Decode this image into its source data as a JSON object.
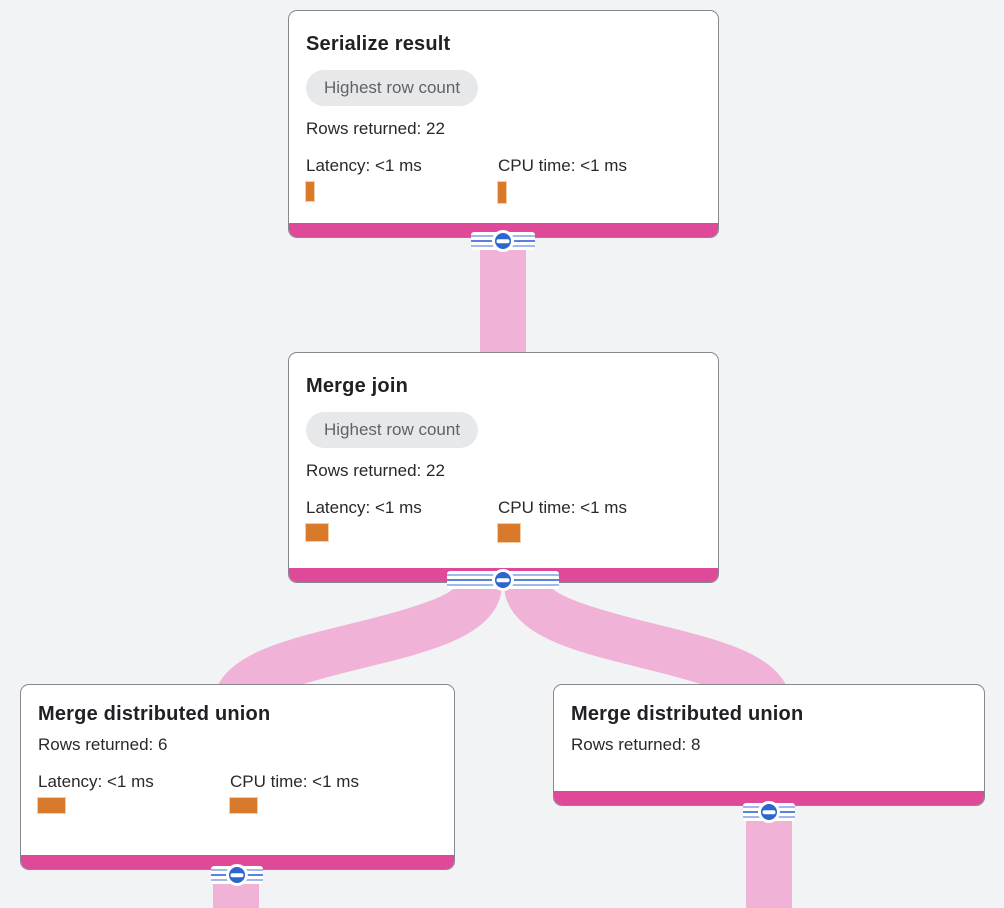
{
  "app": "Query execution plan visualizer",
  "colors": {
    "background": "#f1f3f4",
    "card_background": "#ffffff",
    "card_border": "#85898f",
    "accent_pink": "#de4a97",
    "flow_band_pink": "#f0b2d7",
    "metric_bar_orange": "#d8792c",
    "collapse_button_blue": "#2b67cf",
    "stripe_blue": "#5c82dd",
    "badge_background": "#e7e8ea",
    "badge_text": "#5f6368",
    "text_primary": "#202124"
  },
  "nodes": [
    {
      "title": "Serialize result",
      "badge": "Highest row count",
      "rows": "Rows returned: 22",
      "latency_label": "Latency: <1 ms",
      "cpu_label": "CPU time: <1 ms",
      "latency_bar": {
        "w": 8,
        "h": 19
      },
      "cpu_bar": {
        "w": 8,
        "h": 21
      }
    },
    {
      "title": "Merge join",
      "badge": "Highest row count",
      "rows": "Rows returned: 22",
      "latency_label": "Latency: <1 ms",
      "cpu_label": "CPU time: <1 ms",
      "latency_bar": {
        "w": 22,
        "h": 17
      },
      "cpu_bar": {
        "w": 22,
        "h": 18
      }
    },
    {
      "title": "Merge distributed union",
      "rows": "Rows returned: 6",
      "latency_label": "Latency: <1 ms",
      "cpu_label": "CPU time: <1 ms",
      "latency_bar": {
        "w": 27,
        "h": 15
      },
      "cpu_bar": {
        "w": 27,
        "h": 15
      }
    },
    {
      "title": "Merge distributed union",
      "rows": "Rows returned: 8"
    }
  ],
  "collapse_button": {
    "glyph": "minus",
    "state": "expanded"
  }
}
